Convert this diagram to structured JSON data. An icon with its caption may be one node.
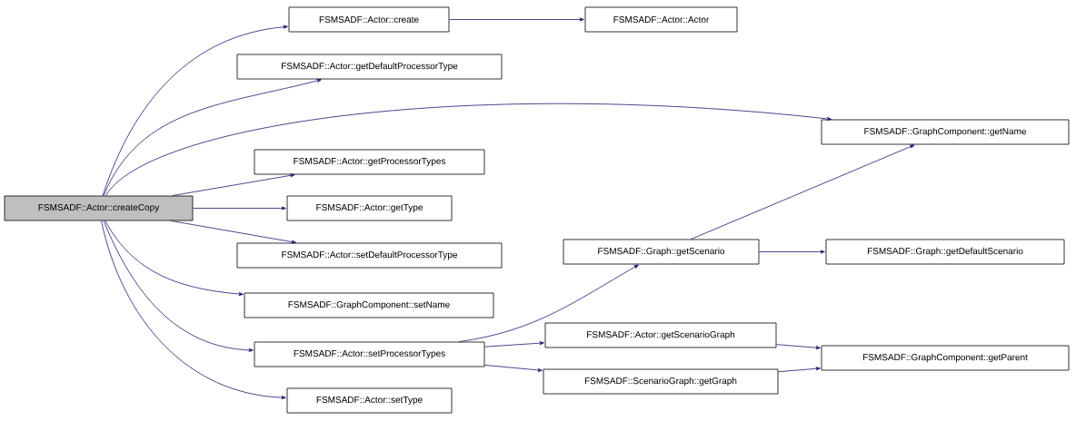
{
  "diagram": {
    "nodes": [
      {
        "text": [
          "FSMSADF::Actor::createCopy"
        ]
      },
      {
        "text": [
          "FSMSADF::Actor::create"
        ]
      },
      {
        "text": [
          "FSMSADF::Actor::Actor"
        ]
      },
      {
        "text": [
          "FSMSADF::Actor::getDefaultProcessorType"
        ]
      },
      {
        "text": [
          "FSMSADF::GraphComponent::getName"
        ]
      },
      {
        "text": [
          "FSMSADF::Actor::getProcessorTypes"
        ]
      },
      {
        "text": [
          "FSMSADF::Actor::getType"
        ]
      },
      {
        "text": [
          "FSMSADF::Actor::setDefaultProcessorType"
        ]
      },
      {
        "text": [
          "FSMSADF::GraphComponent::setName"
        ]
      },
      {
        "text": [
          "FSMSADF::Actor::setProcessorTypes"
        ]
      },
      {
        "text": [
          "FSMSADF::Graph::getScenario"
        ]
      },
      {
        "text": [
          "FSMSADF::Graph::getDefaultScenario"
        ]
      },
      {
        "text": [
          "FSMSADF::Actor::getScenarioGraph"
        ]
      },
      {
        "text": [
          "FSMSADF::ScenarioGraph::getGraph"
        ]
      },
      {
        "text": [
          "FSMSADF::GraphComponent::getParent"
        ]
      },
      {
        "text": [
          "FSMSADF::Actor::setType"
        ]
      }
    ],
    "edges": [
      {
        "from": 0,
        "to": 1,
        "arrow": "to"
      },
      {
        "from": 1,
        "to": 2,
        "arrow": "to"
      },
      {
        "from": 0,
        "to": 3,
        "arrow": "to"
      },
      {
        "from": 0,
        "to": 4,
        "arrow": "to"
      },
      {
        "from": 0,
        "to": 5,
        "arrow": "to"
      },
      {
        "from": 0,
        "to": 6,
        "arrow": "to"
      },
      {
        "from": 0,
        "to": 7,
        "arrow": "to"
      },
      {
        "from": 0,
        "to": 8,
        "arrow": "to"
      },
      {
        "from": 0,
        "to": 9,
        "arrow": "to"
      },
      {
        "from": 9,
        "to": 10,
        "arrow": "to"
      },
      {
        "from": 10,
        "to": 4,
        "arrow": "to"
      },
      {
        "from": 10,
        "to": 11,
        "arrow": "to"
      },
      {
        "from": 9,
        "to": 12,
        "arrow": "to"
      },
      {
        "from": 12,
        "to": 14,
        "arrow": "to"
      },
      {
        "from": 9,
        "to": 13,
        "arrow": "to"
      },
      {
        "from": 13,
        "to": 14,
        "arrow": "to"
      },
      {
        "from": 0,
        "to": 15,
        "arrow": "to"
      }
    ]
  }
}
